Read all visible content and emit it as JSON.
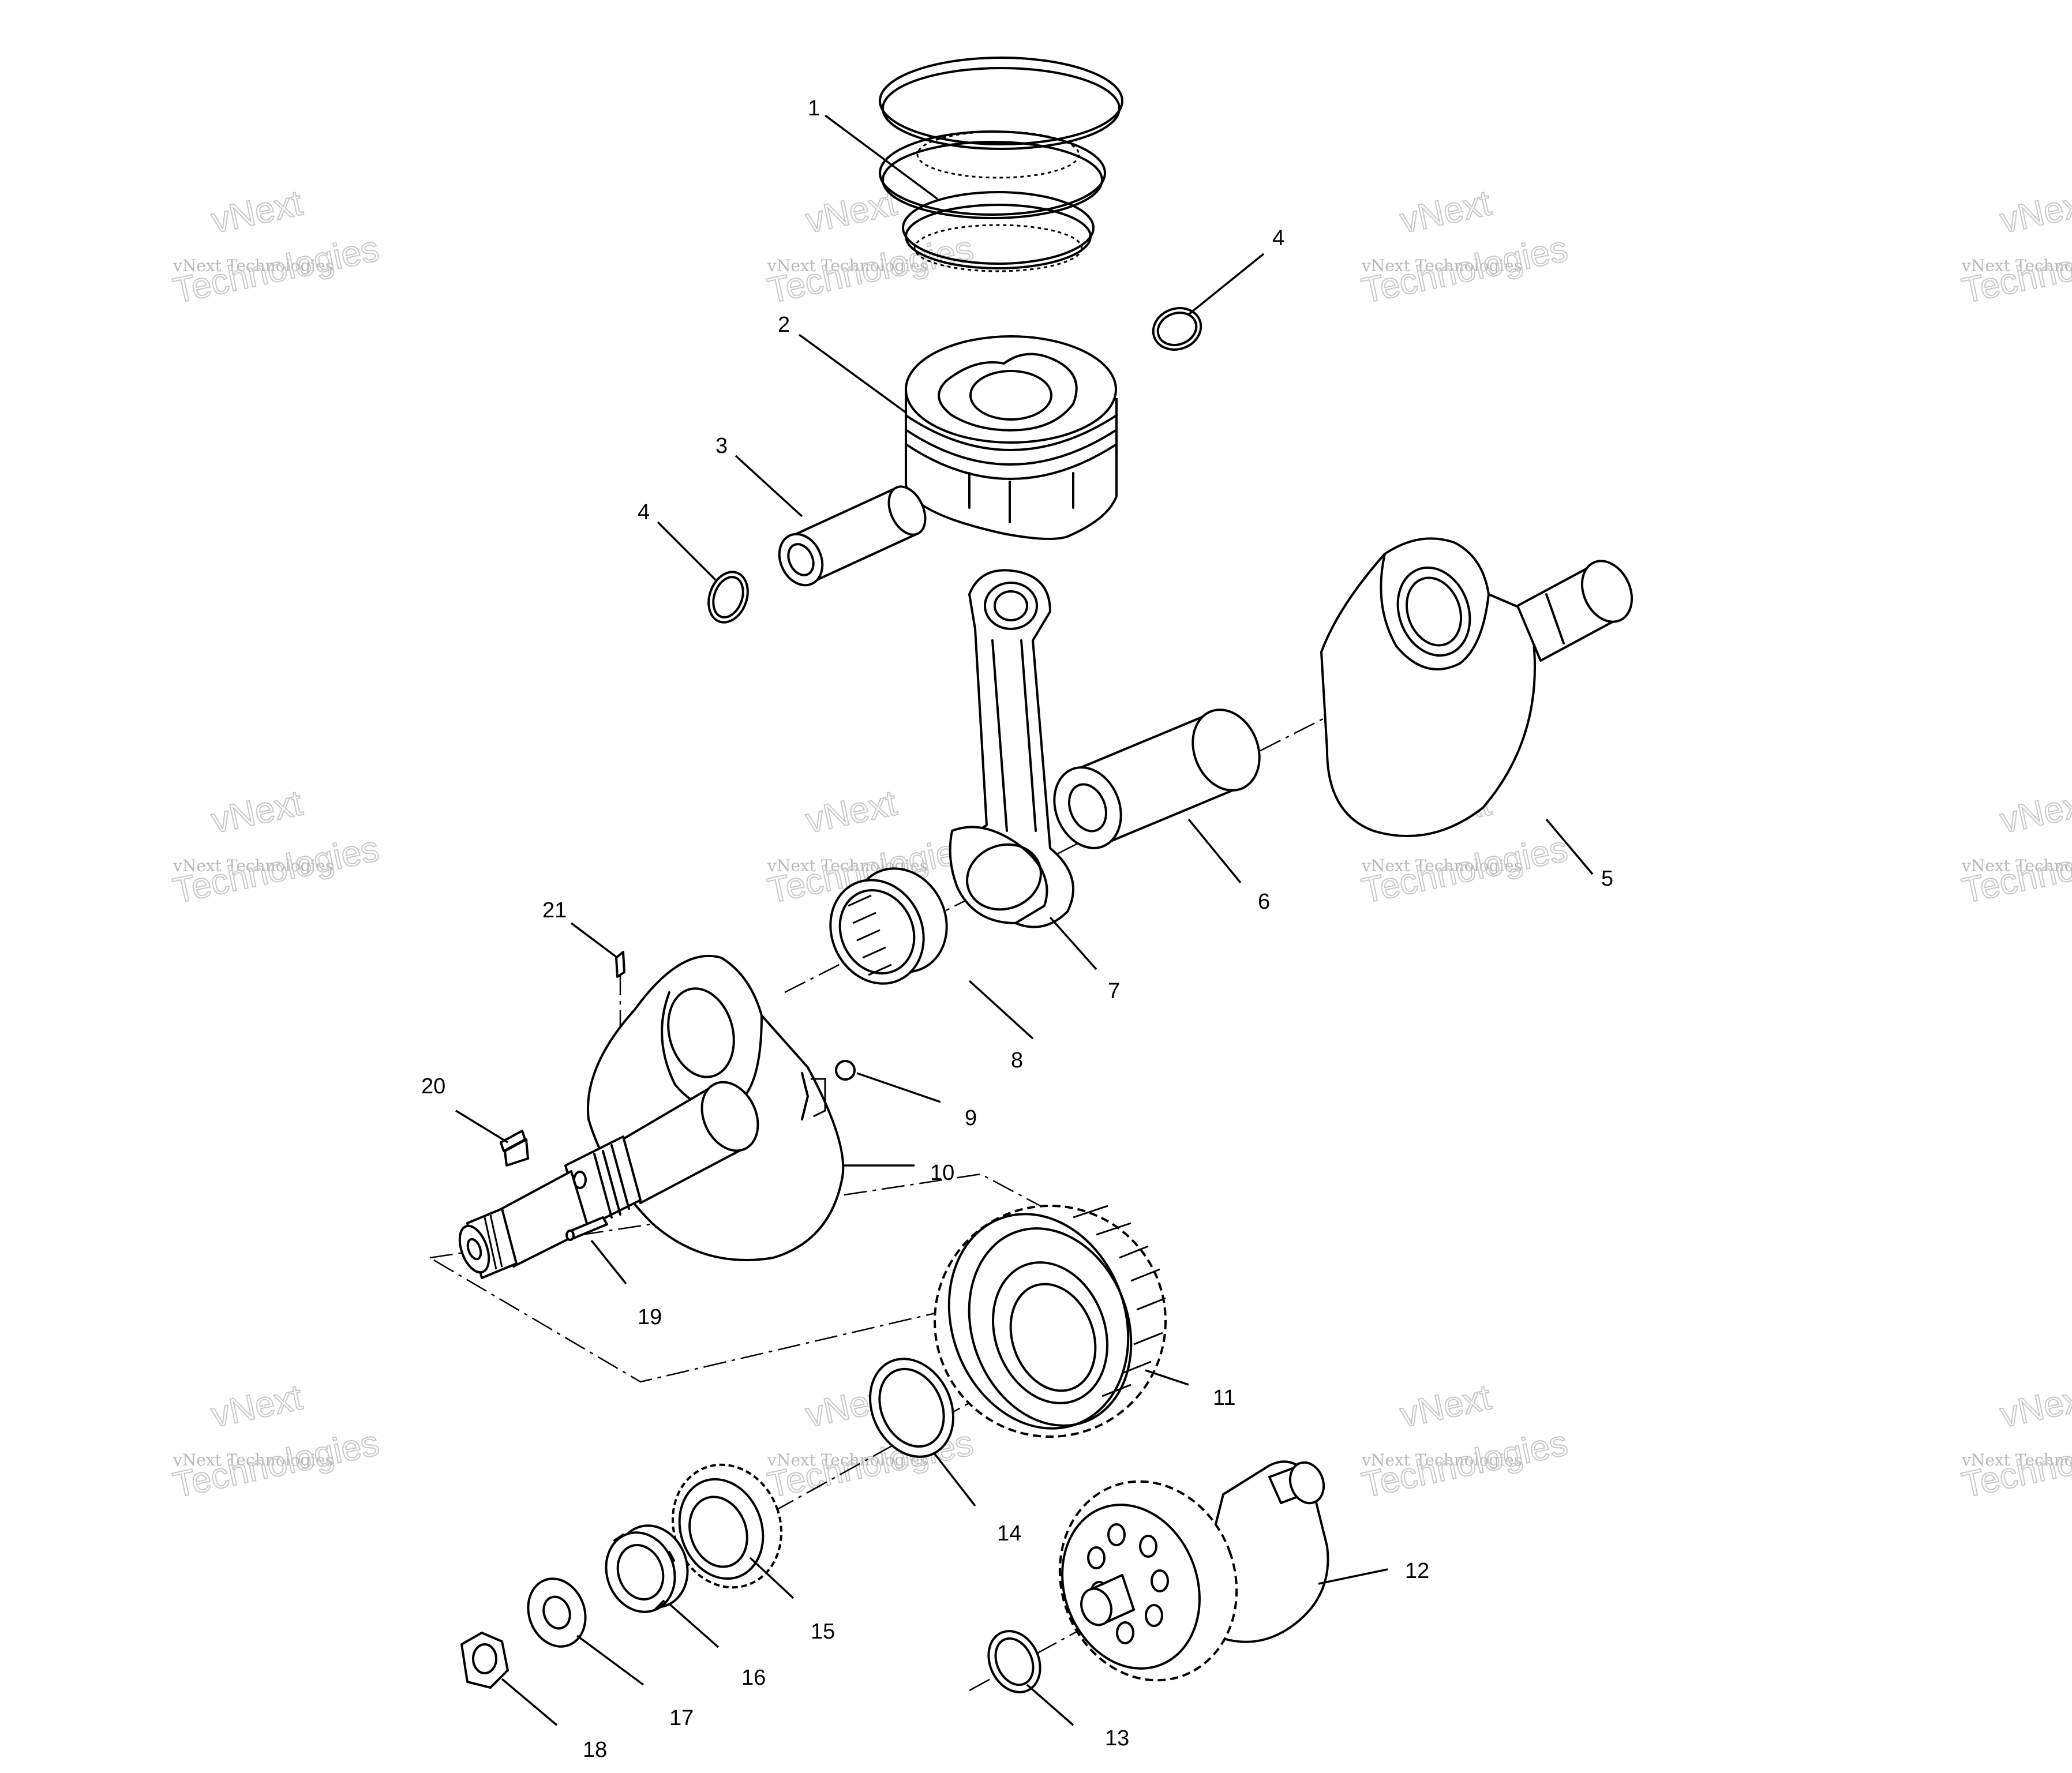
{
  "watermark": {
    "line1": "vNext",
    "line2": "vNext Technologies",
    "line3": "Technologies"
  },
  "callouts": [
    {
      "id": "c1",
      "text": "1"
    },
    {
      "id": "c2",
      "text": "2"
    },
    {
      "id": "c3",
      "text": "3"
    },
    {
      "id": "c4a",
      "text": "4"
    },
    {
      "id": "c4b",
      "text": "4"
    },
    {
      "id": "c5",
      "text": "5"
    },
    {
      "id": "c6",
      "text": "6"
    },
    {
      "id": "c7",
      "text": "7"
    },
    {
      "id": "c8",
      "text": "8"
    },
    {
      "id": "c9",
      "text": "9"
    },
    {
      "id": "c10",
      "text": "10"
    },
    {
      "id": "c11",
      "text": "11"
    },
    {
      "id": "c12",
      "text": "12"
    },
    {
      "id": "c13",
      "text": "13"
    },
    {
      "id": "c14",
      "text": "14"
    },
    {
      "id": "c15",
      "text": "15"
    },
    {
      "id": "c16",
      "text": "16"
    },
    {
      "id": "c17",
      "text": "17"
    },
    {
      "id": "c18",
      "text": "18"
    },
    {
      "id": "c19",
      "text": "19"
    },
    {
      "id": "c20",
      "text": "20"
    },
    {
      "id": "c21",
      "text": "21"
    }
  ]
}
